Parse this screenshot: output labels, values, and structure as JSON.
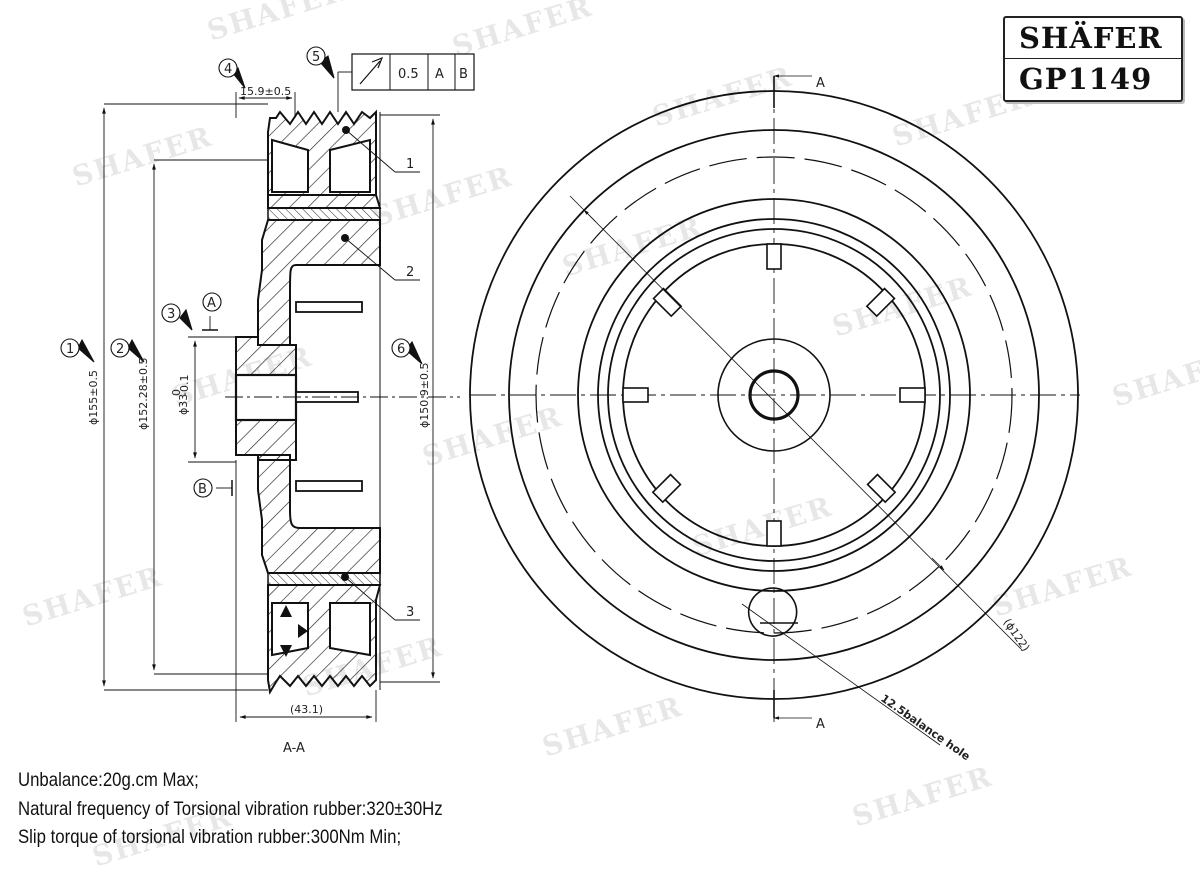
{
  "title_block": {
    "brand": "SHÄFER",
    "part_number": "GP1149"
  },
  "section_view": {
    "label": "A-A",
    "datums": {
      "a": "A",
      "b": "B"
    },
    "balloons": [
      "1",
      "2",
      "3",
      "4",
      "5",
      "6"
    ],
    "dimensions": {
      "d1": "ϕ155±0.5",
      "d2": "ϕ152.28±0.5",
      "d3_main": "ϕ33",
      "d3_tol_upper": "0",
      "d3_tol_lower": "-0.1",
      "d4": "15.9±0.5",
      "d6": "ϕ150.9±0.5",
      "width": "(43.1)"
    },
    "feature_control_frame": {
      "symbol": "circular-runout",
      "tolerance": "0.5",
      "datum_1": "A",
      "datum_2": "B"
    },
    "part_leaders": [
      "1",
      "2",
      "3"
    ]
  },
  "front_view": {
    "section_marker_top": "A",
    "section_marker_bottom": "A",
    "pcd_dimension": "(ϕ122)",
    "balance_hole_note": "12.5balance hole"
  },
  "notes": [
    "Unbalance:20g.cm Max;",
    "Natural frequency of Torsional vibration rubber:320±30Hz",
    "Slip torque of torsional vibration rubber:300Nm Min;"
  ],
  "watermark": "SHAFER",
  "colors": {
    "line": "#111111",
    "paper": "#ffffff"
  }
}
